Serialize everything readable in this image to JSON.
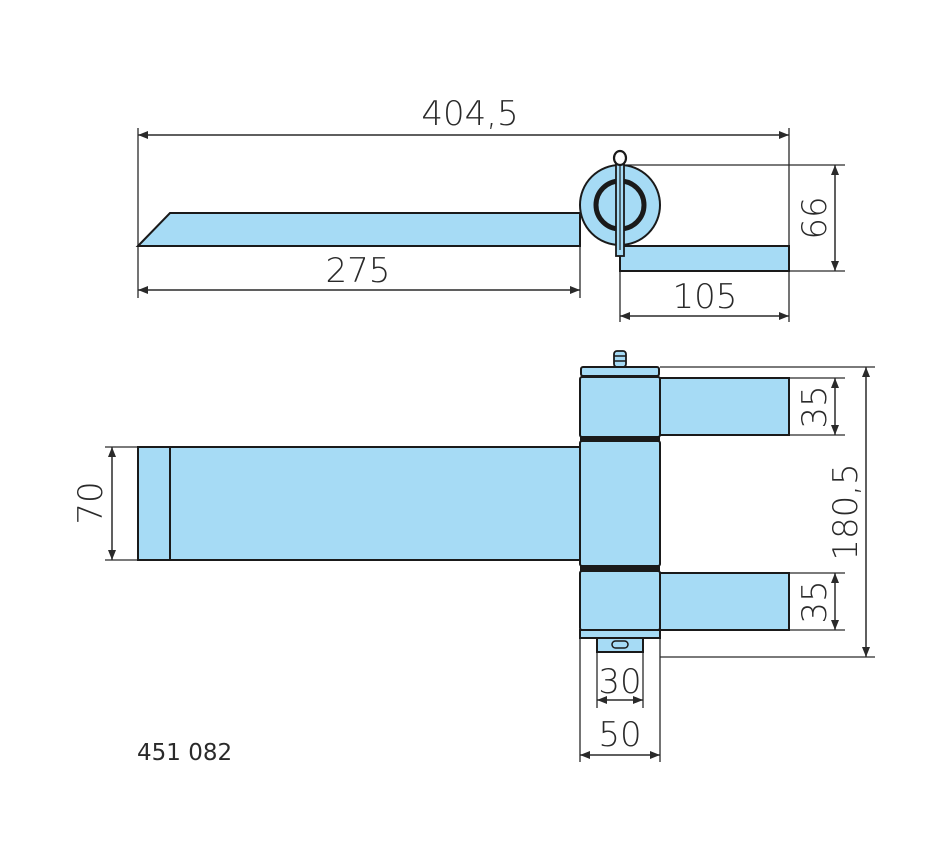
{
  "drawing": {
    "part_number": "451 082",
    "fill_color": "#a6dbf5",
    "line_color": "#1a1a1a",
    "top_view": {
      "overall_length": "404,5",
      "leaf_length": "275",
      "short_leaf_length": "105",
      "height_offset": "66"
    },
    "front_view": {
      "leaf_width": "70",
      "upper_leaf_width": "35",
      "lower_leaf_width": "35",
      "overall_height": "180,5",
      "tab_width": "30",
      "knuckle_width": "50"
    }
  }
}
